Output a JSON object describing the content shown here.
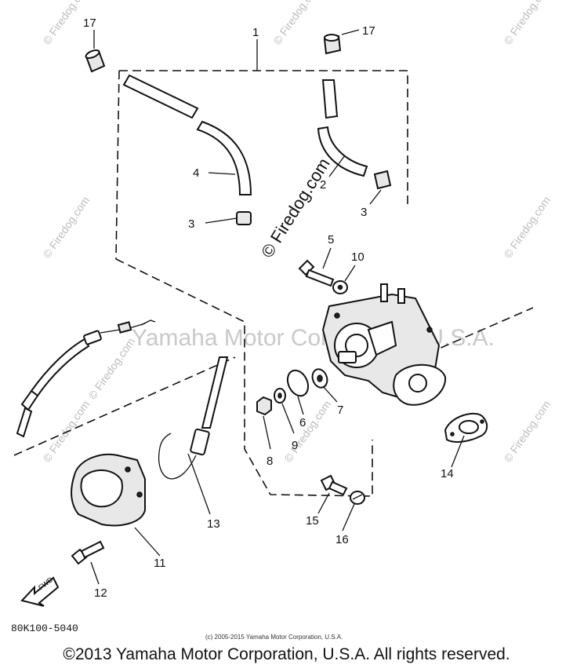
{
  "callouts": [
    {
      "id": "c1",
      "text": "1"
    },
    {
      "id": "c17a",
      "text": "17"
    },
    {
      "id": "c17b",
      "text": "17"
    },
    {
      "id": "c4",
      "text": "4"
    },
    {
      "id": "c2",
      "text": "2"
    },
    {
      "id": "c3a",
      "text": "3"
    },
    {
      "id": "c3b",
      "text": "3"
    },
    {
      "id": "c5",
      "text": "5"
    },
    {
      "id": "c10",
      "text": "10"
    },
    {
      "id": "c6",
      "text": "6"
    },
    {
      "id": "c7",
      "text": "7"
    },
    {
      "id": "c8",
      "text": "8"
    },
    {
      "id": "c9",
      "text": "9"
    },
    {
      "id": "c14",
      "text": "14"
    },
    {
      "id": "c13",
      "text": "13"
    },
    {
      "id": "c11",
      "text": "11"
    },
    {
      "id": "c12",
      "text": "12"
    },
    {
      "id": "c15",
      "text": "15"
    },
    {
      "id": "c16",
      "text": "16"
    }
  ],
  "watermarks": {
    "site": "© Firedog.com",
    "center": "Yamaha Motor Corporation, U.S.A."
  },
  "fwd_label": "FWD",
  "diagram_code": "80K100-5040",
  "small_copyright": "(c) 2005-2015 Yamaha Motor Corporation, U.S.A.",
  "footer": "©2013 Yamaha Motor Corporation, U.S.A. All rights reserved."
}
